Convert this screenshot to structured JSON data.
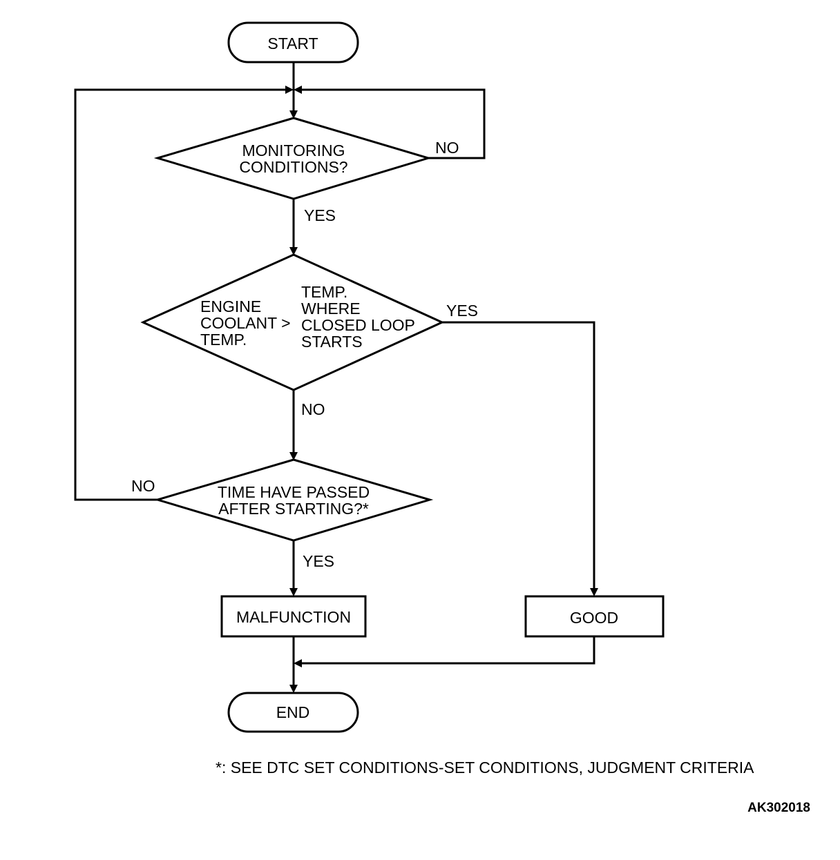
{
  "nodes": {
    "start": "START",
    "monitoring": [
      "MONITORING",
      "CONDITIONS?"
    ],
    "coolant_left": [
      "ENGINE",
      "COOLANT >",
      "TEMP."
    ],
    "coolant_right": [
      "TEMP.",
      "WHERE",
      "CLOSED LOOP",
      "STARTS"
    ],
    "time_passed": [
      "TIME HAVE PASSED",
      "AFTER STARTING?*"
    ],
    "malfunction": "MALFUNCTION",
    "good": "GOOD",
    "end": "END"
  },
  "edges": {
    "monitoring_no": "NO",
    "monitoring_yes": "YES",
    "coolant_yes": "YES",
    "coolant_no": "NO",
    "time_no": "NO",
    "time_yes": "YES"
  },
  "footnote": "*: SEE DTC SET CONDITIONS-SET CONDITIONS, JUDGMENT CRITERIA",
  "figure_code": "AK302018"
}
